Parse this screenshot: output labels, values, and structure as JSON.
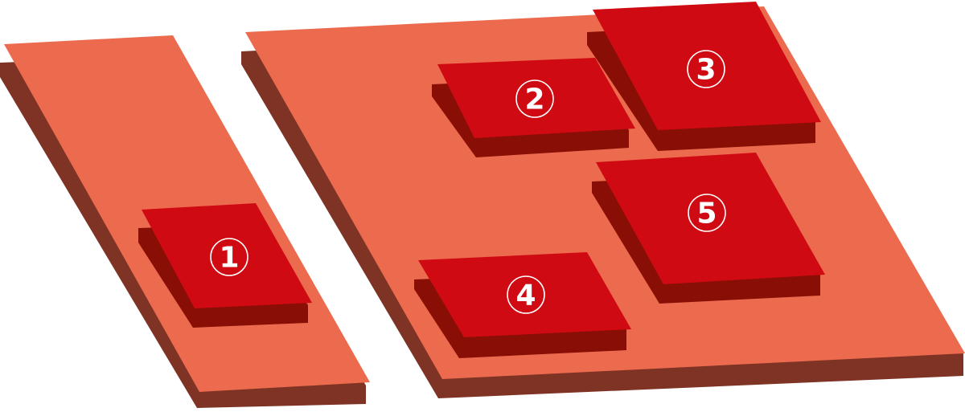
{
  "colors": {
    "background": "#ffffff",
    "slab_top": "#EC6A4D",
    "slab_side": "#7E3325",
    "zone_top": "#D00A12",
    "zone_side": "#880E06",
    "label": "#ffffff"
  },
  "zones": [
    {
      "id": "1",
      "label": "1"
    },
    {
      "id": "2",
      "label": "2"
    },
    {
      "id": "3",
      "label": "3"
    },
    {
      "id": "4",
      "label": "4"
    },
    {
      "id": "5",
      "label": "5"
    }
  ]
}
